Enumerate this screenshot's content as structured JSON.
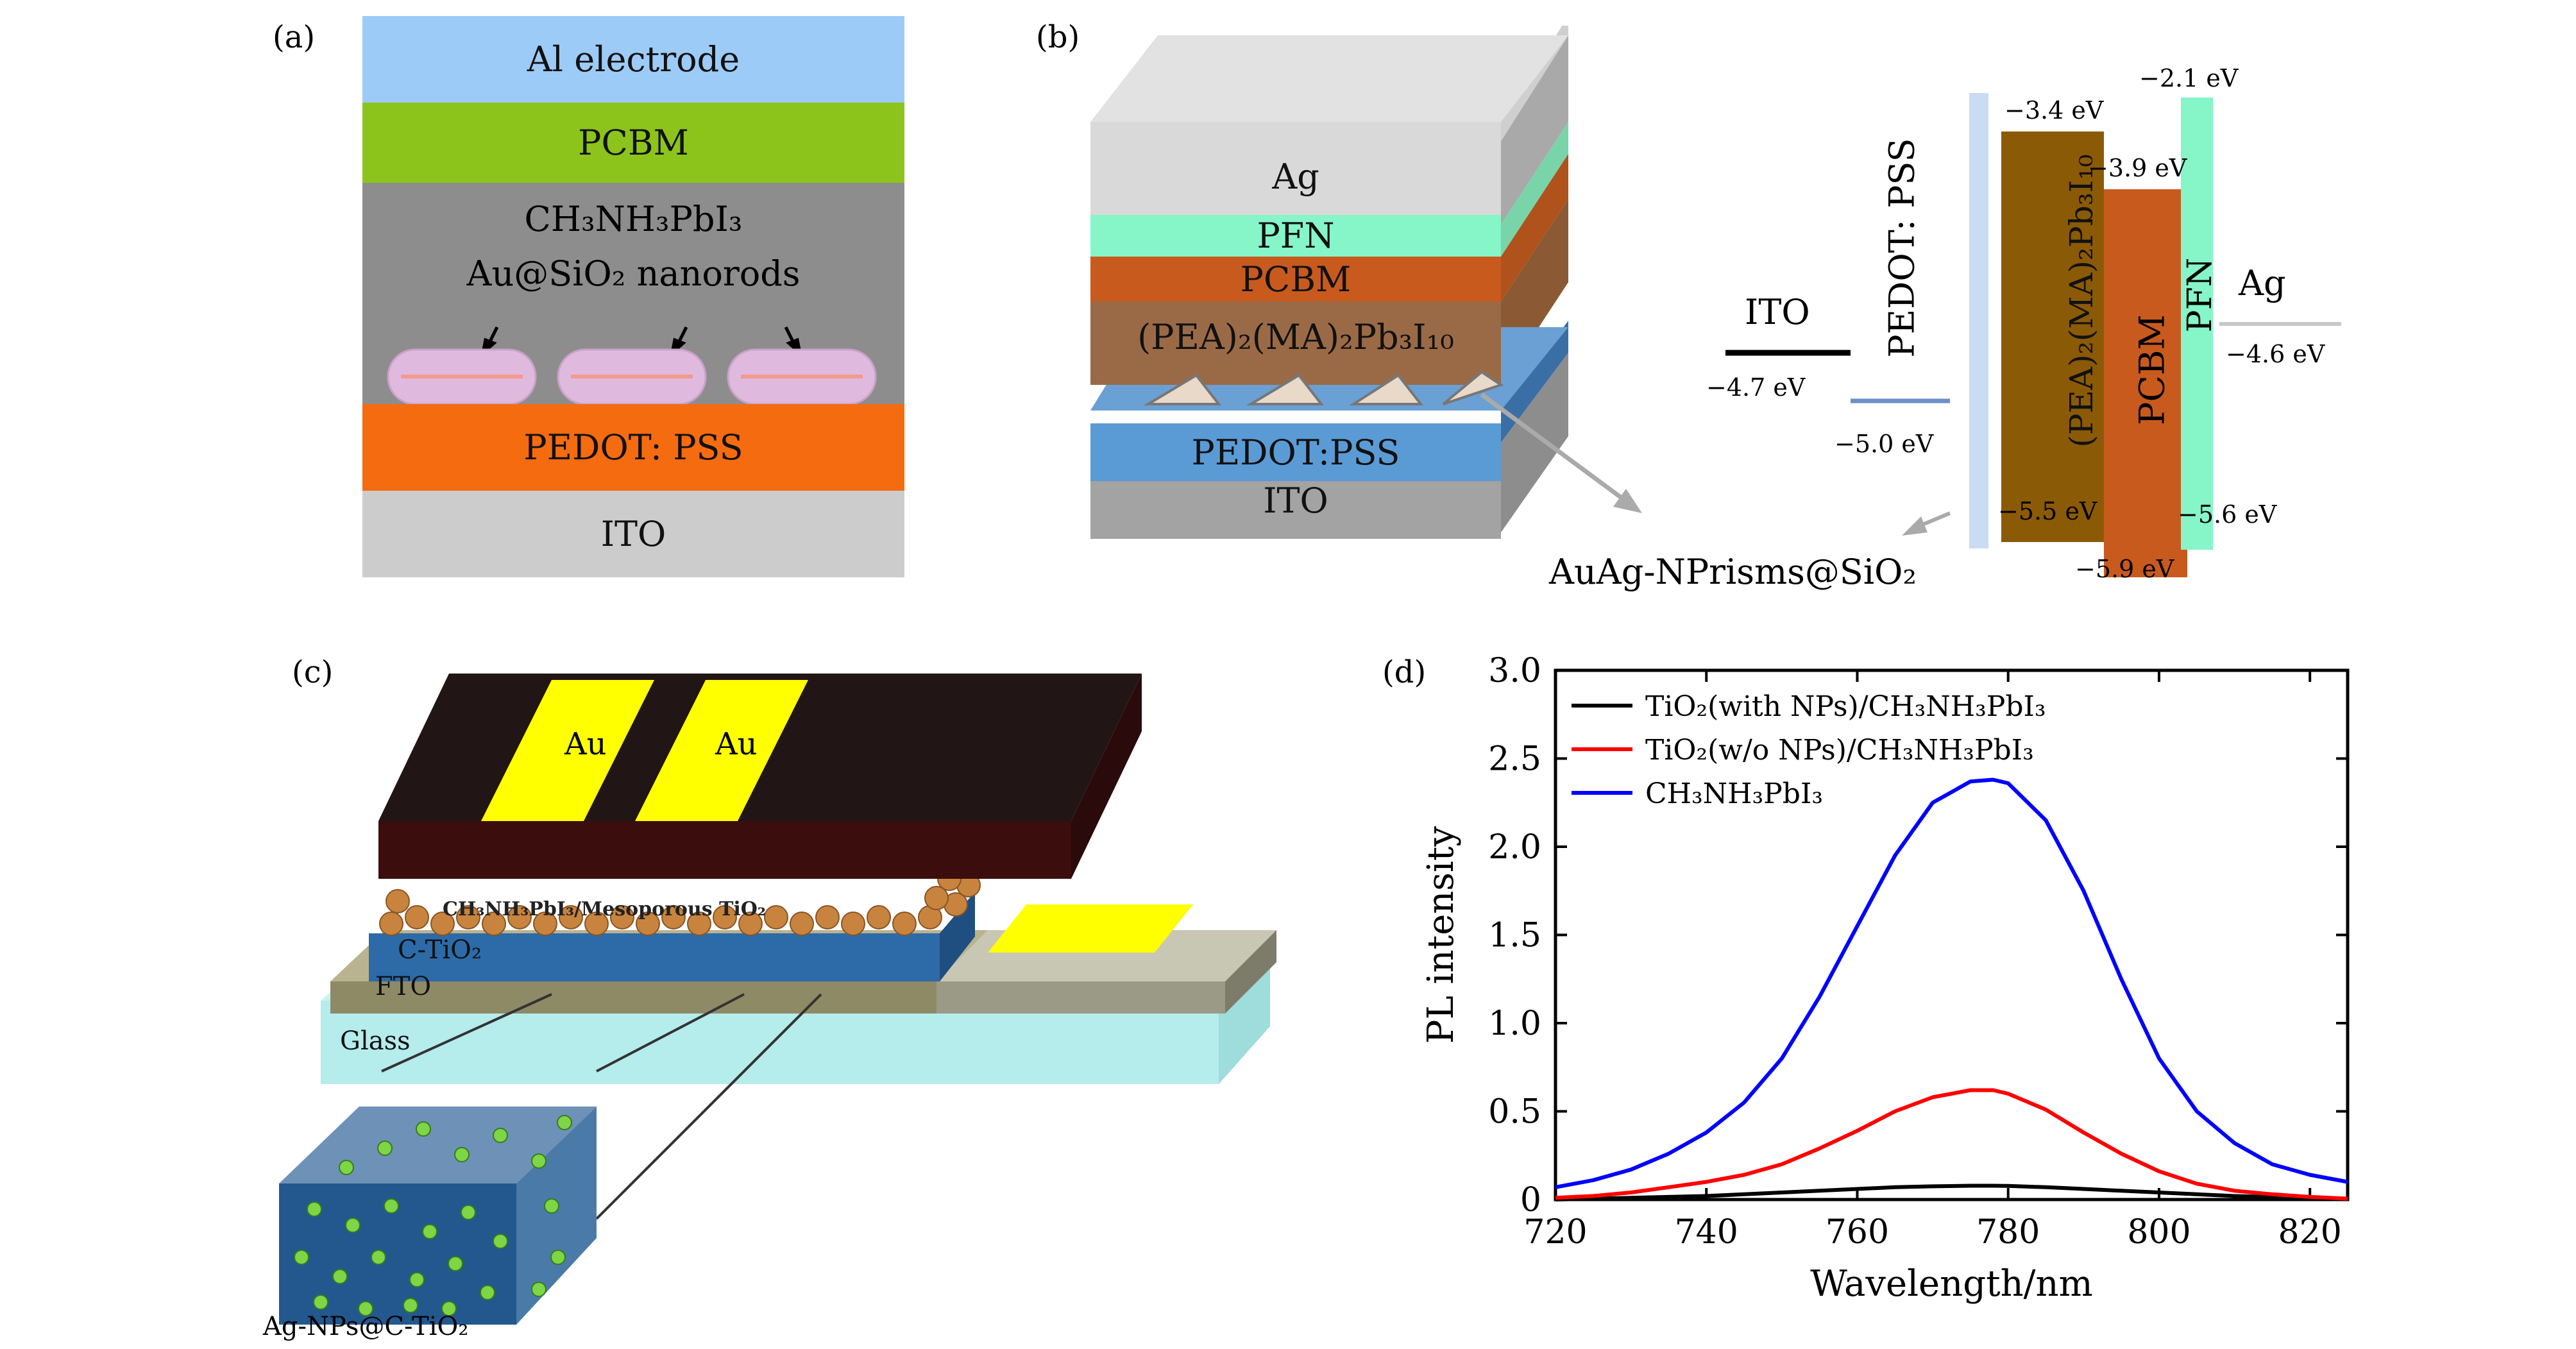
{
  "panels": {
    "a": {
      "label": "(a)",
      "layers": {
        "al": "Al electrode",
        "pcbm": "PCBM",
        "perovskite_prefix": "CH",
        "perovskite_full": "CH₃NH₃PbI₃",
        "nanorods": "Au@SiO₂ nanorods",
        "pedot": "PEDOT: PSS",
        "ito": "ITO"
      },
      "colors": {
        "al": "#9dcbf7",
        "pcbm": "#8cc41c",
        "perovskite": "#8d8d8d",
        "pedot": "#f56b10",
        "ito": "#cccccc",
        "rod": "#e0b9df"
      }
    },
    "b": {
      "label": "(b)",
      "stack": {
        "ag": "Ag",
        "pfn": "PFN",
        "pcbm": "PCBM",
        "perovskite": "(PEA)₂(MA)₂Pb₃I₁₀",
        "pedot": "PEDOT:PSS",
        "ito": "ITO"
      },
      "prisms_label": "AuAg-NPrisms@SiO₂",
      "levels": {
        "ito": {
          "name": "ITO",
          "value": "−4.7 eV"
        },
        "pedot": {
          "name": "PEDOT: PSS",
          "value": "−5.0 eV"
        },
        "perov_top": "−3.4 eV",
        "perov_bottom": "−5.5 eV",
        "perov_name": "(PEA)₂(MA)₂Pb₃I₁₀",
        "pcbm_top": "−3.9 eV",
        "pcbm_bottom": "−5.9 eV",
        "pcbm_name": "PCBM",
        "pfn_top": "−2.1 eV",
        "pfn_bottom": "−5.6 eV",
        "pfn_name": "PFN",
        "ag": {
          "name": "Ag",
          "value": "−4.6 eV"
        }
      }
    },
    "c": {
      "label": "(c)",
      "au1": "Au",
      "au2": "Au",
      "mesoporous": "CH₃NH₃PbI₃/Mesoporous TiO₂",
      "ctio2": "C-TiO₂",
      "fto": "FTO",
      "glass": "Glass",
      "inset_label": "Ag-NPs@C-TiO₂"
    },
    "d": {
      "label": "(d)"
    }
  },
  "chart_data": {
    "type": "line",
    "xlabel": "Wavelength/nm",
    "ylabel": "PL intensity",
    "xlim": [
      720,
      825
    ],
    "ylim": [
      0,
      3.0
    ],
    "xticks": [
      720,
      740,
      760,
      780,
      800,
      820
    ],
    "yticks": [
      0,
      0.5,
      1.0,
      1.5,
      2.0,
      2.5,
      3.0
    ],
    "ytick_labels": [
      "0",
      "0.5",
      "1.0",
      "1.5",
      "2.0",
      "2.5",
      "3.0"
    ],
    "legend_position": "top-left",
    "x": [
      720,
      725,
      730,
      735,
      740,
      745,
      750,
      755,
      760,
      765,
      770,
      775,
      778,
      780,
      785,
      790,
      795,
      800,
      805,
      810,
      815,
      820,
      825
    ],
    "series": [
      {
        "name": "TiO₂(with NPs)/CH₃NH₃PbI₃",
        "color": "#000000",
        "values": [
          0.0,
          0.005,
          0.01,
          0.015,
          0.02,
          0.03,
          0.04,
          0.05,
          0.06,
          0.07,
          0.075,
          0.078,
          0.078,
          0.077,
          0.07,
          0.06,
          0.05,
          0.04,
          0.03,
          0.02,
          0.015,
          0.01,
          0.005
        ]
      },
      {
        "name": "TiO₂(w/o NPs)/CH₃NH₃PbI₃",
        "color": "#ff0000",
        "values": [
          0.01,
          0.02,
          0.04,
          0.07,
          0.1,
          0.14,
          0.2,
          0.29,
          0.39,
          0.5,
          0.58,
          0.62,
          0.62,
          0.6,
          0.51,
          0.38,
          0.26,
          0.16,
          0.09,
          0.05,
          0.03,
          0.015,
          0.005
        ]
      },
      {
        "name": "CH₃NH₃PbI₃",
        "color": "#0000ff",
        "values": [
          0.07,
          0.11,
          0.17,
          0.26,
          0.38,
          0.55,
          0.8,
          1.15,
          1.55,
          1.95,
          2.25,
          2.37,
          2.38,
          2.36,
          2.15,
          1.75,
          1.25,
          0.8,
          0.5,
          0.32,
          0.2,
          0.14,
          0.1
        ]
      }
    ]
  }
}
